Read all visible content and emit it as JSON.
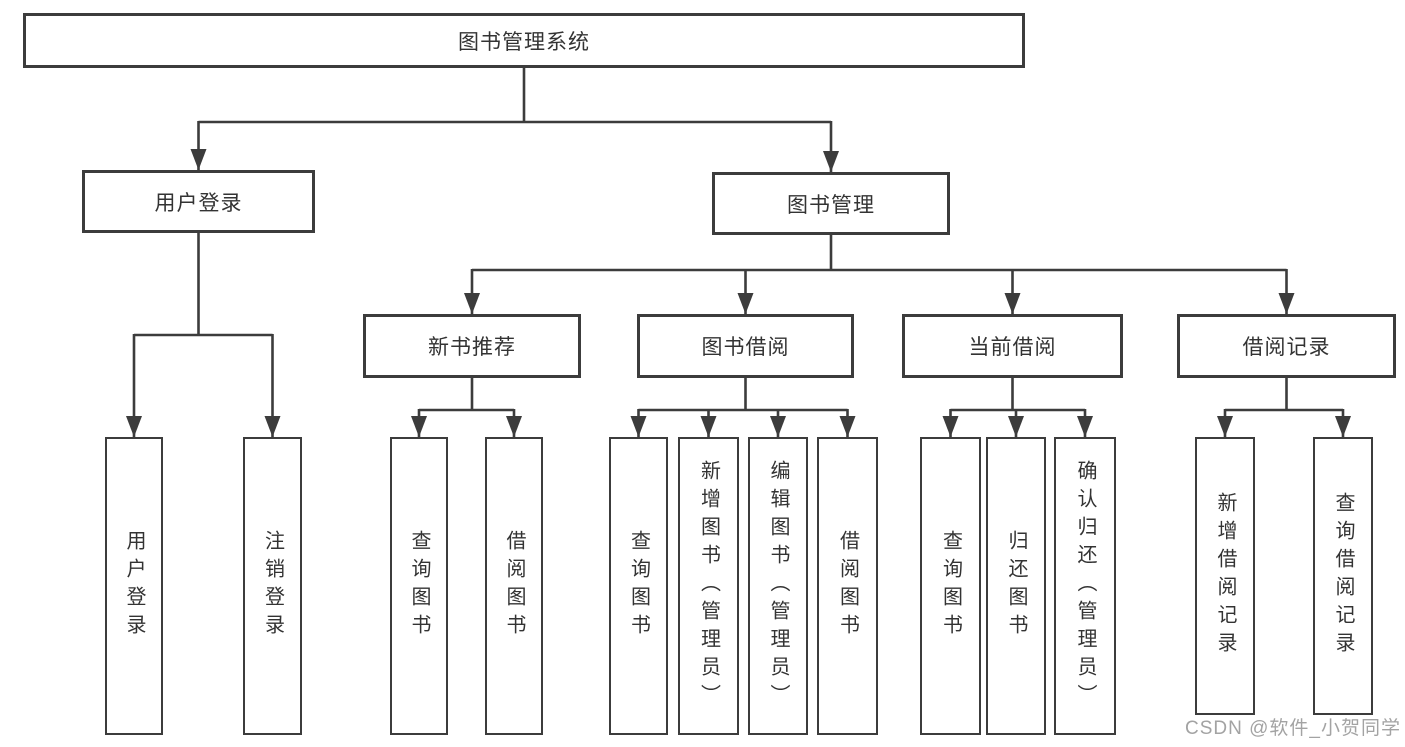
{
  "colors": {
    "line": "#3c3c3c",
    "text": "#333333",
    "box_bg": "#ffffff",
    "watermark": "#a3a3a3",
    "background": "#ffffff"
  },
  "watermark": {
    "text": "CSDN @软件_小贺同学"
  },
  "tree": {
    "label": "图书管理系统",
    "children": [
      {
        "label": "用户登录",
        "children": [
          {
            "label": "用户登录"
          },
          {
            "label": "注销登录"
          }
        ]
      },
      {
        "label": "图书管理",
        "children": [
          {
            "label": "新书推荐",
            "children": [
              {
                "label": "查询图书"
              },
              {
                "label": "借阅图书"
              }
            ]
          },
          {
            "label": "图书借阅",
            "children": [
              {
                "label": "查询图书"
              },
              {
                "label": "新增图书（管理员）"
              },
              {
                "label": "编辑图书（管理员）"
              },
              {
                "label": "借阅图书"
              }
            ]
          },
          {
            "label": "当前借阅",
            "children": [
              {
                "label": "查询图书"
              },
              {
                "label": "归还图书"
              },
              {
                "label": "确认归还（管理员）"
              }
            ]
          },
          {
            "label": "借阅记录",
            "children": [
              {
                "label": "新增借阅记录"
              },
              {
                "label": "查询借阅记录"
              }
            ]
          }
        ]
      }
    ]
  }
}
